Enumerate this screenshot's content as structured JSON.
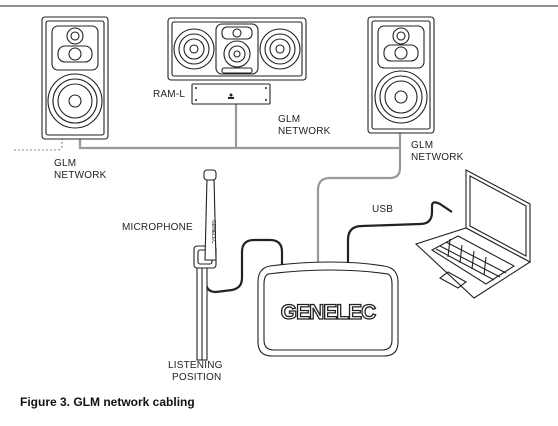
{
  "labels": {
    "ram_l": "RAM-L",
    "glm_network_left_1": "GLM",
    "glm_network_left_2": "NETWORK",
    "glm_network_center_1": "GLM",
    "glm_network_center_2": "NETWORK",
    "glm_network_right_1": "GLM",
    "glm_network_right_2": "NETWORK",
    "usb": "USB",
    "microphone": "MICROPHONE",
    "listening_1": "LISTENING",
    "listening_2": "POSITION",
    "logo": "GENELEC"
  },
  "caption": "Figure 3. GLM network cabling",
  "colors": {
    "ink": "#222222",
    "network_cable": "#9a9a9a",
    "background": "#ffffff"
  }
}
